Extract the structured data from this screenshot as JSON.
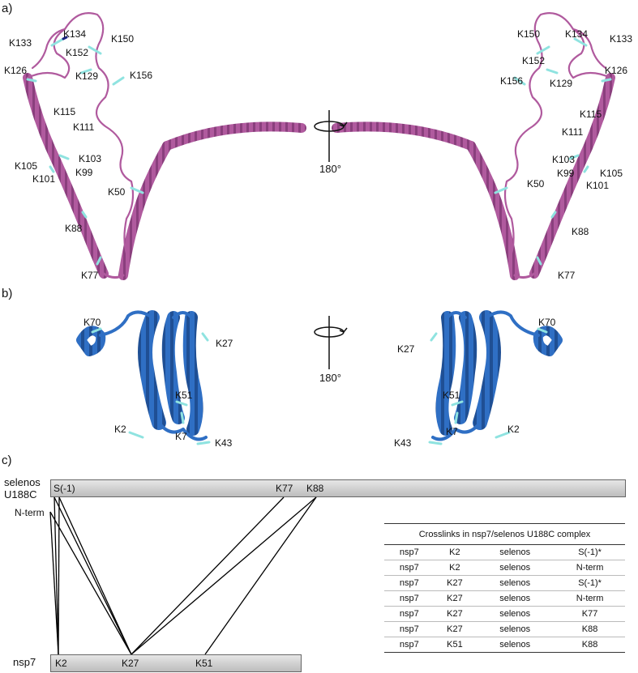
{
  "panels": {
    "a": "a)",
    "b": "b)",
    "c": "c)"
  },
  "colors": {
    "selenos_ribbon": "#b05a9e",
    "nsp7_ribbon": "#2f6fc4",
    "lysine_stick": "#8fe3e0",
    "crosslink_line": "#000000"
  },
  "rotation_label": "180°",
  "panel_a": {
    "left_labels": [
      "K134",
      "K133",
      "K150",
      "K152",
      "K126",
      "K129",
      "K156",
      "K115",
      "K111",
      "K103",
      "K105",
      "K99",
      "K101",
      "K50",
      "K88",
      "K77"
    ],
    "right_labels": [
      "K150",
      "K134",
      "K133",
      "K152",
      "K126",
      "K156",
      "K129",
      "K115",
      "K111",
      "K103",
      "K99",
      "K105",
      "K101",
      "K50",
      "K88",
      "K77"
    ]
  },
  "panel_b": {
    "left_labels": [
      "K70",
      "K27",
      "K51",
      "K2",
      "K7",
      "K43"
    ],
    "right_labels": [
      "K70",
      "K27",
      "K51",
      "K7",
      "K2",
      "K43"
    ]
  },
  "panel_c": {
    "selenos_name_line1": "selenos",
    "selenos_name_line2": "U188C",
    "nterm_label": "N-term",
    "nsp7_name": "nsp7",
    "selenos_sites": [
      "S(-1)",
      "K77",
      "K88"
    ],
    "nsp7_sites": [
      "K2",
      "K27",
      "K51"
    ],
    "table": {
      "title": "Crosslinks in nsp7/selenos U188C complex",
      "rows": [
        [
          "nsp7",
          "K2",
          "selenos",
          "S(-1)*"
        ],
        [
          "nsp7",
          "K2",
          "selenos",
          "N-term"
        ],
        [
          "nsp7",
          "K27",
          "selenos",
          "S(-1)*"
        ],
        [
          "nsp7",
          "K27",
          "selenos",
          "N-term"
        ],
        [
          "nsp7",
          "K27",
          "selenos",
          "K77"
        ],
        [
          "nsp7",
          "K27",
          "selenos",
          "K88"
        ],
        [
          "nsp7",
          "K51",
          "selenos",
          "K88"
        ]
      ]
    }
  }
}
